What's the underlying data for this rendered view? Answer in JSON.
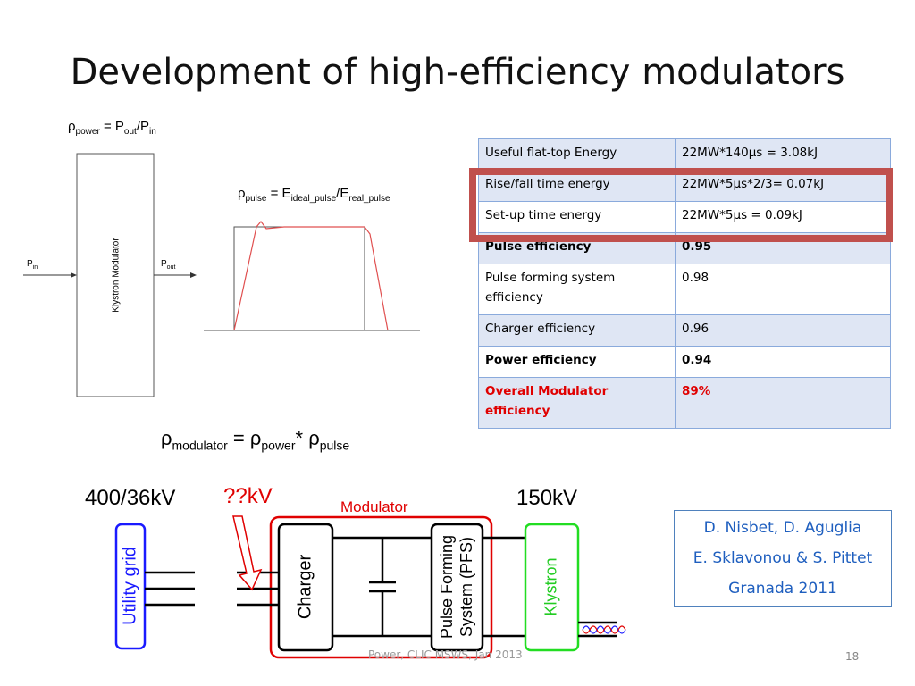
{
  "slide": {
    "title": "Development of high-efficiency modulators",
    "footer": "Power, CLIC MSWS, Jan 2013",
    "page_number": "18"
  },
  "diagram_top": {
    "formula_power": {
      "rho": "ρ",
      "sub_rho": "power",
      "eq": " = P",
      "sub1": "out",
      "slash": "/P",
      "sub2": "in"
    },
    "formula_pulse": {
      "rho": "ρ",
      "sub_rho": "pulse",
      "eq": " = E",
      "sub1": "ideal_pulse",
      "slash": "/E",
      "sub2": "real_pulse"
    },
    "formula_modulator": {
      "rho1": "ρ",
      "sub1": "modulator",
      "eq": " = ρ",
      "sub2": "power",
      "star": "* ρ",
      "sub3": "pulse"
    },
    "box_label": "Klystron Modulator",
    "input_label": {
      "p": "P",
      "sub": "in"
    },
    "output_label": {
      "p": "P",
      "sub": "out"
    }
  },
  "table": {
    "rows": [
      {
        "label": "Useful flat-top Energy",
        "value": "22MW*140µs = 3.08kJ",
        "style": "odd"
      },
      {
        "label": "Rise/fall time energy",
        "value": "22MW*5µs*2/3= 0.07kJ",
        "style": "odd"
      },
      {
        "label": "Set-up time energy",
        "value": "22MW*5µs = 0.09kJ",
        "style": "even"
      },
      {
        "label": "Pulse efficiency",
        "value": "0.95",
        "style": "odd bold"
      },
      {
        "label": "Pulse forming system efficiency",
        "value": "0.98",
        "style": "even"
      },
      {
        "label": "Charger efficiency",
        "value": "0.96",
        "style": "odd"
      },
      {
        "label": "Power efficiency",
        "value": "0.94",
        "style": "even bold"
      },
      {
        "label": "Overall Modulator efficiency",
        "value": "89%",
        "style": "odd red"
      }
    ]
  },
  "circuit": {
    "voltage_grid": "400/36kV",
    "voltage_charger": "??kV",
    "voltage_klystron": "150kV",
    "modulator_label": "Modulator",
    "utility_grid": "Utility grid",
    "charger": "Charger",
    "pfs_line1": "Pulse Forming",
    "pfs_line2": "System (PFS)",
    "klystron": "Klystron"
  },
  "authors": {
    "line1": "D. Nisbet, D. Aguglia",
    "line2": "E. Sklavonou & S. Pittet",
    "line3": "Granada 2011"
  },
  "colors": {
    "highlight": "#c0504d",
    "red": "#e00000",
    "blue": "#1f5fbf",
    "green": "#22dd22",
    "table_border": "#8aaadc",
    "table_odd": "#dfe6f4"
  }
}
